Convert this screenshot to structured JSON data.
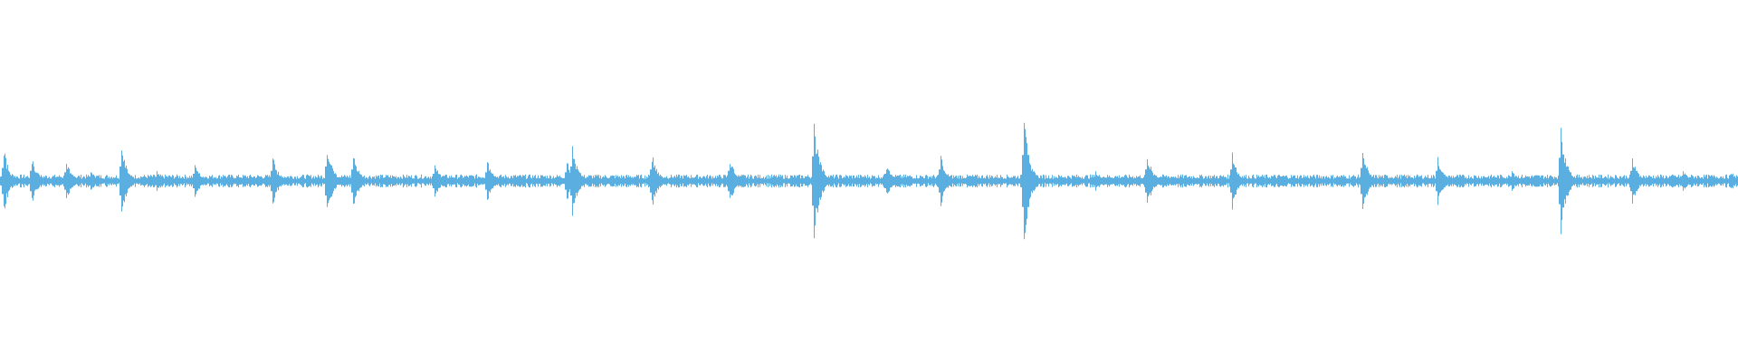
{
  "waveform": {
    "color": "#5aaee0",
    "peak_scale": 1.0,
    "baseline_amplitude": 0.012,
    "peaks": [
      {
        "pos": 0.002,
        "amp": 0.09
      },
      {
        "pos": 0.018,
        "amp": 0.07
      },
      {
        "pos": 0.038,
        "amp": 0.06
      },
      {
        "pos": 0.052,
        "amp": 0.03
      },
      {
        "pos": 0.07,
        "amp": 0.1
      },
      {
        "pos": 0.09,
        "amp": 0.03
      },
      {
        "pos": 0.112,
        "amp": 0.05
      },
      {
        "pos": 0.128,
        "amp": 0.02
      },
      {
        "pos": 0.157,
        "amp": 0.07
      },
      {
        "pos": 0.188,
        "amp": 0.1
      },
      {
        "pos": 0.203,
        "amp": 0.08
      },
      {
        "pos": 0.25,
        "amp": 0.05
      },
      {
        "pos": 0.28,
        "amp": 0.06
      },
      {
        "pos": 0.326,
        "amp": 0.06
      },
      {
        "pos": 0.329,
        "amp": 0.1
      },
      {
        "pos": 0.375,
        "amp": 0.08
      },
      {
        "pos": 0.42,
        "amp": 0.07
      },
      {
        "pos": 0.468,
        "amp": 0.17
      },
      {
        "pos": 0.51,
        "amp": 0.05
      },
      {
        "pos": 0.541,
        "amp": 0.08
      },
      {
        "pos": 0.589,
        "amp": 0.18
      },
      {
        "pos": 0.63,
        "amp": 0.03
      },
      {
        "pos": 0.66,
        "amp": 0.08
      },
      {
        "pos": 0.709,
        "amp": 0.08
      },
      {
        "pos": 0.75,
        "amp": 0.02
      },
      {
        "pos": 0.784,
        "amp": 0.09
      },
      {
        "pos": 0.827,
        "amp": 0.07
      },
      {
        "pos": 0.87,
        "amp": 0.03
      },
      {
        "pos": 0.898,
        "amp": 0.16
      },
      {
        "pos": 0.939,
        "amp": 0.07
      },
      {
        "pos": 0.968,
        "amp": 0.03
      },
      {
        "pos": 0.996,
        "amp": 0.03
      }
    ]
  }
}
